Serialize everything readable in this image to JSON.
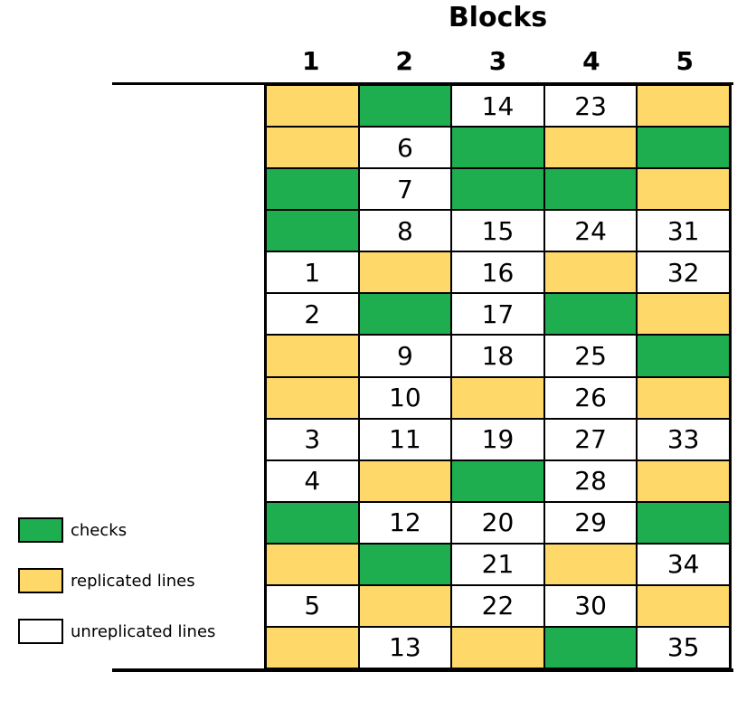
{
  "title": "Blocks",
  "columns": [
    "1",
    "2",
    "3",
    "4",
    "5"
  ],
  "colors": {
    "check": "#1fae4f",
    "replicated": "#fed868",
    "unreplicated": "#ffffff"
  },
  "legend": [
    {
      "type": "check",
      "label": "checks"
    },
    {
      "type": "replicated",
      "label": "replicated lines"
    },
    {
      "type": "unreplicated",
      "label": "unreplicated lines"
    }
  ],
  "rows": [
    [
      {
        "t": "rep",
        "v": ""
      },
      {
        "t": "check",
        "v": ""
      },
      {
        "t": "un",
        "v": "14"
      },
      {
        "t": "un",
        "v": "23"
      },
      {
        "t": "rep",
        "v": ""
      }
    ],
    [
      {
        "t": "rep",
        "v": ""
      },
      {
        "t": "un",
        "v": "6"
      },
      {
        "t": "check",
        "v": ""
      },
      {
        "t": "rep",
        "v": ""
      },
      {
        "t": "check",
        "v": ""
      }
    ],
    [
      {
        "t": "check",
        "v": ""
      },
      {
        "t": "un",
        "v": "7"
      },
      {
        "t": "check",
        "v": ""
      },
      {
        "t": "check",
        "v": ""
      },
      {
        "t": "rep",
        "v": ""
      }
    ],
    [
      {
        "t": "check",
        "v": ""
      },
      {
        "t": "un",
        "v": "8"
      },
      {
        "t": "un",
        "v": "15"
      },
      {
        "t": "un",
        "v": "24"
      },
      {
        "t": "un",
        "v": "31"
      }
    ],
    [
      {
        "t": "un",
        "v": "1"
      },
      {
        "t": "rep",
        "v": ""
      },
      {
        "t": "un",
        "v": "16"
      },
      {
        "t": "rep",
        "v": ""
      },
      {
        "t": "un",
        "v": "32"
      }
    ],
    [
      {
        "t": "un",
        "v": "2"
      },
      {
        "t": "check",
        "v": ""
      },
      {
        "t": "un",
        "v": "17"
      },
      {
        "t": "check",
        "v": ""
      },
      {
        "t": "rep",
        "v": ""
      }
    ],
    [
      {
        "t": "rep",
        "v": ""
      },
      {
        "t": "un",
        "v": "9"
      },
      {
        "t": "un",
        "v": "18"
      },
      {
        "t": "un",
        "v": "25"
      },
      {
        "t": "check",
        "v": ""
      }
    ],
    [
      {
        "t": "rep",
        "v": ""
      },
      {
        "t": "un",
        "v": "10"
      },
      {
        "t": "rep",
        "v": ""
      },
      {
        "t": "un",
        "v": "26"
      },
      {
        "t": "rep",
        "v": ""
      }
    ],
    [
      {
        "t": "un",
        "v": "3"
      },
      {
        "t": "un",
        "v": "11"
      },
      {
        "t": "un",
        "v": "19"
      },
      {
        "t": "un",
        "v": "27"
      },
      {
        "t": "un",
        "v": "33"
      }
    ],
    [
      {
        "t": "un",
        "v": "4"
      },
      {
        "t": "rep",
        "v": ""
      },
      {
        "t": "check",
        "v": ""
      },
      {
        "t": "un",
        "v": "28"
      },
      {
        "t": "rep",
        "v": ""
      }
    ],
    [
      {
        "t": "check",
        "v": ""
      },
      {
        "t": "un",
        "v": "12"
      },
      {
        "t": "un",
        "v": "20"
      },
      {
        "t": "un",
        "v": "29"
      },
      {
        "t": "check",
        "v": ""
      }
    ],
    [
      {
        "t": "rep",
        "v": ""
      },
      {
        "t": "check",
        "v": ""
      },
      {
        "t": "un",
        "v": "21"
      },
      {
        "t": "rep",
        "v": ""
      },
      {
        "t": "un",
        "v": "34"
      }
    ],
    [
      {
        "t": "un",
        "v": "5"
      },
      {
        "t": "rep",
        "v": ""
      },
      {
        "t": "un",
        "v": "22"
      },
      {
        "t": "un",
        "v": "30"
      },
      {
        "t": "rep",
        "v": ""
      }
    ],
    [
      {
        "t": "rep",
        "v": ""
      },
      {
        "t": "un",
        "v": "13"
      },
      {
        "t": "rep",
        "v": ""
      },
      {
        "t": "check",
        "v": ""
      },
      {
        "t": "un",
        "v": "35"
      }
    ]
  ]
}
